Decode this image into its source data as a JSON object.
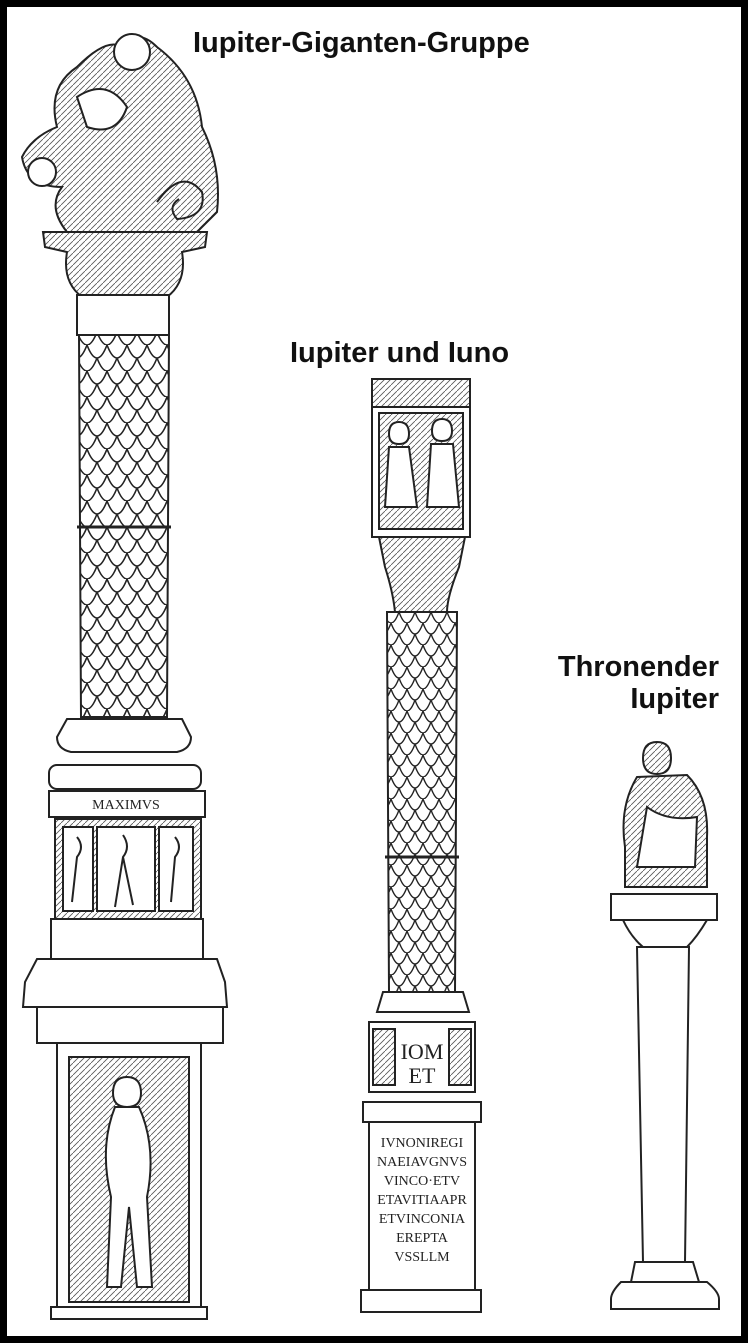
{
  "titles": {
    "column_left": "Iupiter-Giganten-Gruppe",
    "column_middle": "Iupiter und Iuno",
    "column_right_line1": "Thronender",
    "column_right_line2": "Iupiter"
  },
  "inscriptions": {
    "left_band": [
      "MAXIMVS"
    ],
    "middle_block": "IOM",
    "middle_block2": "ET",
    "middle_base": [
      "IVNONIREGI",
      "NAEIAVGNVS",
      "VINCO·ETV",
      "ETAVITIAAPR",
      "ETVINCONIA",
      "EREPTA",
      "VSSLLM"
    ]
  },
  "colors": {
    "frame": "#000000",
    "background": "#ffffff",
    "ink": "#222222"
  }
}
